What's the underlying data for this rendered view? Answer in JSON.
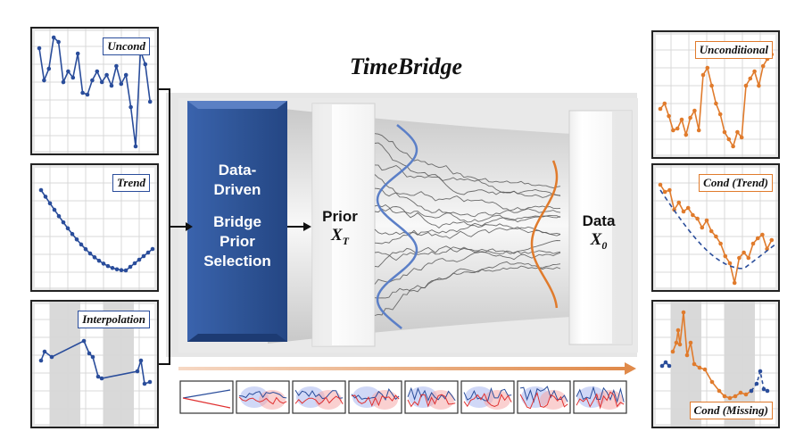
{
  "title": "TimeBridge",
  "left_panels": [
    {
      "label": "Uncond"
    },
    {
      "label": "Trend"
    },
    {
      "label": "Interpolation"
    }
  ],
  "right_panels": [
    {
      "label": "Unconditional"
    },
    {
      "label": "Cond (Trend)"
    },
    {
      "label": "Cond (Missing)"
    }
  ],
  "selection_box": {
    "line1": "Data-",
    "line2": "Driven",
    "line3": "Bridge",
    "line4": "Prior",
    "line5": "Selection"
  },
  "prior": {
    "label": "Prior",
    "symbol": "X",
    "subscript": "T"
  },
  "data": {
    "label": "Data",
    "symbol": "X",
    "subscript": "0"
  },
  "colors": {
    "blue": "#2a4d9b",
    "orange": "#e07b2c",
    "red": "#e03030",
    "box_blue": "#2f5597"
  }
}
